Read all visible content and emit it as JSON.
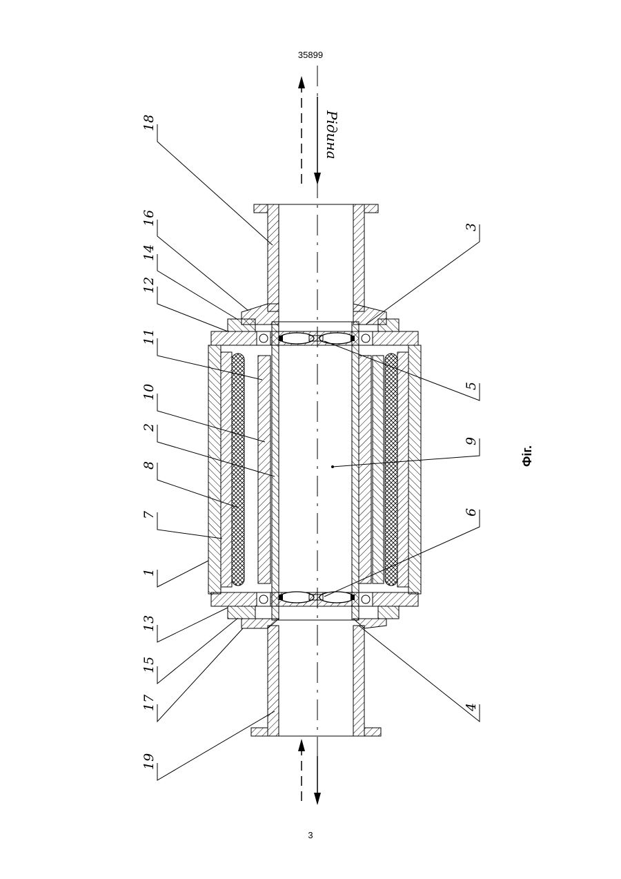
{
  "document": {
    "page_number_top": "35899",
    "page_number_bottom": "3",
    "figure_caption": "Фіг.",
    "fluid_label": "Рідина"
  },
  "labels": {
    "l1": "1",
    "l2": "2",
    "l3": "3",
    "l4": "4",
    "l5": "5",
    "l6": "6",
    "l7": "7",
    "l8": "8",
    "l9": "9",
    "l10": "10",
    "l11": "11",
    "l12": "12",
    "l13": "13",
    "l14": "14",
    "l15": "15",
    "l16": "16",
    "l17": "17",
    "l18": "18",
    "l19": "19"
  }
}
